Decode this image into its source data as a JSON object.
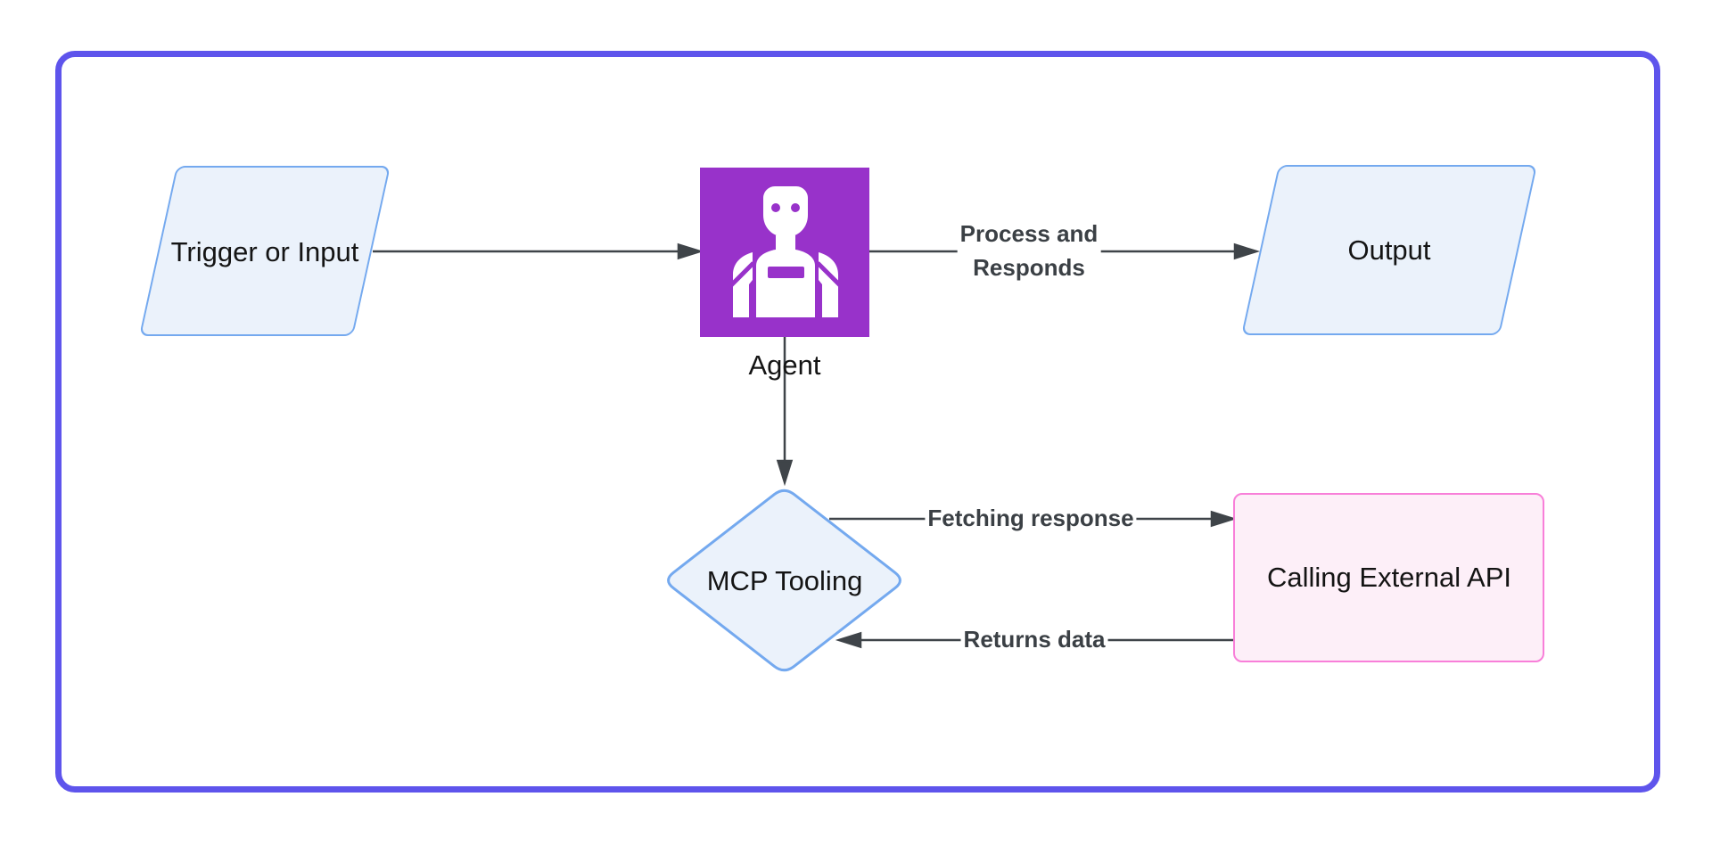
{
  "diagram": {
    "colors": {
      "frame_border": "#5e54ec",
      "canvas_background": "#ffffff",
      "node_blue_fill": "#ebf2fb",
      "node_blue_border": "#74a9ef",
      "agent_purple": "#9832ca",
      "agent_icon_color": "#ffffff",
      "api_pink_fill": "#fdeff8",
      "api_pink_border": "#f87fd9",
      "connector_line": "#3f4449",
      "edge_label_text": "#3b4045",
      "node_label_text": "#141414"
    },
    "nodes": {
      "trigger": {
        "label": "Trigger or Input",
        "shape": "parallelogram"
      },
      "agent": {
        "label": "Agent",
        "shape": "icon-square",
        "icon": "robot-icon"
      },
      "output": {
        "label": "Output",
        "shape": "parallelogram"
      },
      "mcp_tooling": {
        "label": "MCP Tooling",
        "shape": "diamond"
      },
      "external_api": {
        "label": "Calling External API",
        "shape": "rounded-rectangle"
      }
    },
    "edges": {
      "trigger_to_agent": {
        "label": ""
      },
      "agent_to_output": {
        "label_line1": "Process and",
        "label_line2": "Responds"
      },
      "agent_to_mcp": {
        "label": ""
      },
      "mcp_to_api": {
        "label": "Fetching response"
      },
      "api_to_mcp": {
        "label": "Returns data"
      }
    }
  }
}
